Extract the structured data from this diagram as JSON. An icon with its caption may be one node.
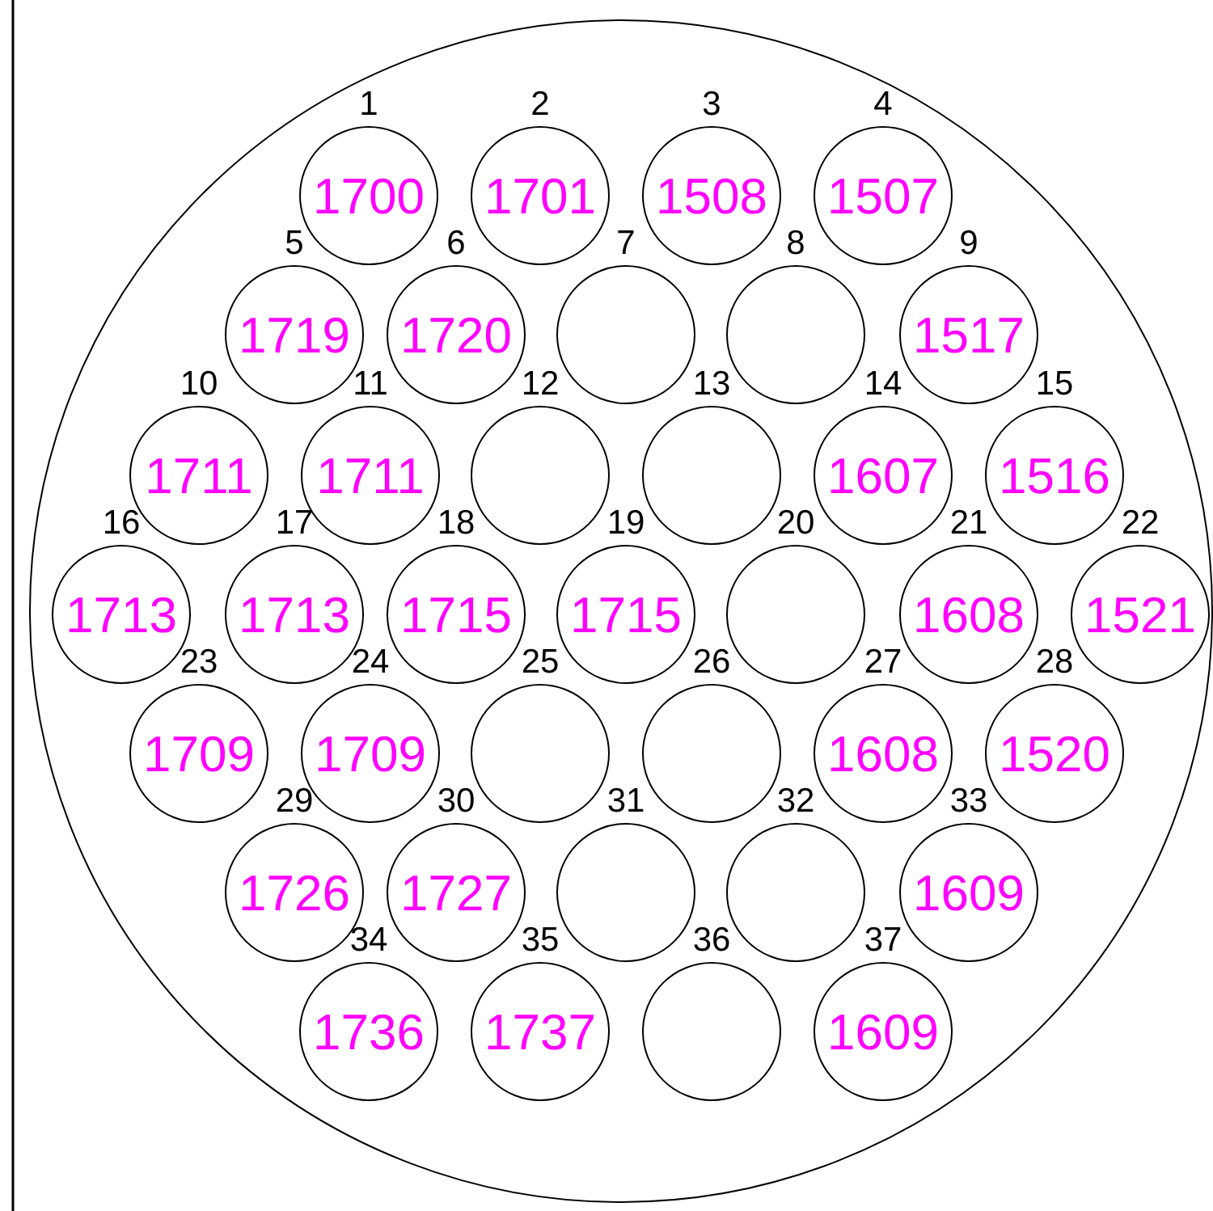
{
  "diagram": {
    "nodes": [
      {
        "text": [],
        "shape": "circle"
      },
      {
        "text": [
          "1700"
        ],
        "beside": [
          "1"
        ],
        "in": 0
      },
      {
        "text": [
          "1701"
        ],
        "beside": [
          "2"
        ],
        "in": 0
      },
      {
        "text": [
          "1508"
        ],
        "beside": [
          "3"
        ],
        "in": 0
      },
      {
        "text": [
          "1507"
        ],
        "beside": [
          "4"
        ],
        "in": 0
      },
      {
        "text": [
          "1719"
        ],
        "beside": [
          "5"
        ],
        "in": 0
      },
      {
        "text": [
          "1720"
        ],
        "beside": [
          "6"
        ],
        "in": 0
      },
      {
        "text": [],
        "shape": "circle",
        "beside": [
          "7"
        ],
        "in": 0
      },
      {
        "text": [],
        "shape": "circle",
        "beside": [
          "8"
        ],
        "in": 0
      },
      {
        "text": [
          "1517"
        ],
        "beside": [
          "9"
        ],
        "in": 0
      },
      {
        "text": [
          "1711"
        ],
        "beside": [
          "10"
        ],
        "in": 0
      },
      {
        "text": [
          "1711"
        ],
        "beside": [
          "11"
        ],
        "in": 0
      },
      {
        "text": [],
        "shape": "circle",
        "beside": [
          "12"
        ],
        "in": 0
      },
      {
        "text": [],
        "shape": "circle",
        "beside": [
          "13"
        ],
        "in": 0
      },
      {
        "text": [
          "1607"
        ],
        "beside": [
          "14"
        ],
        "in": 0
      },
      {
        "text": [
          "1516"
        ],
        "beside": [
          "15"
        ],
        "in": 0
      },
      {
        "text": [
          "1713"
        ],
        "beside": [
          "16"
        ],
        "in": 0
      },
      {
        "text": [
          "1713"
        ],
        "beside": [
          "17"
        ],
        "in": 0
      },
      {
        "text": [
          "1715"
        ],
        "beside": [
          "18"
        ],
        "in": 0
      },
      {
        "text": [
          "1715"
        ],
        "beside": [
          "19"
        ],
        "in": 0
      },
      {
        "text": [],
        "shape": "circle",
        "beside": [
          "20"
        ],
        "in": 0
      },
      {
        "text": [
          "1608"
        ],
        "beside": [
          "21"
        ],
        "in": 0
      },
      {
        "text": [
          "1521"
        ],
        "beside": [
          "22"
        ],
        "in": 0
      },
      {
        "text": [
          "1709"
        ],
        "beside": [
          "23"
        ],
        "in": 0
      },
      {
        "text": [
          "1709"
        ],
        "beside": [
          "24"
        ],
        "in": 0
      },
      {
        "text": [],
        "shape": "circle",
        "beside": [
          "25"
        ],
        "in": 0
      },
      {
        "text": [],
        "shape": "circle",
        "beside": [
          "26"
        ],
        "in": 0
      },
      {
        "text": [
          "1608"
        ],
        "beside": [
          "27"
        ],
        "in": 0
      },
      {
        "text": [
          "1520"
        ],
        "beside": [
          "28"
        ],
        "in": 0
      },
      {
        "text": [
          "1726"
        ],
        "beside": [
          "29"
        ],
        "in": 0
      },
      {
        "text": [
          "1727"
        ],
        "beside": [
          "30"
        ],
        "in": 0
      },
      {
        "text": [],
        "shape": "circle",
        "beside": [
          "31"
        ],
        "in": 0
      },
      {
        "text": [],
        "shape": "circle",
        "beside": [
          "32"
        ],
        "in": 0
      },
      {
        "text": [
          "1609"
        ],
        "beside": [
          "33"
        ],
        "in": 0
      },
      {
        "text": [
          "1736"
        ],
        "beside": [
          "34"
        ],
        "in": 0
      },
      {
        "text": [
          "1737"
        ],
        "beside": [
          "35"
        ],
        "in": 0
      },
      {
        "text": [],
        "shape": "circle",
        "beside": [
          "36"
        ],
        "in": 0
      },
      {
        "text": [
          "1609"
        ],
        "beside": [
          "37"
        ],
        "in": 0
      }
    ]
  }
}
